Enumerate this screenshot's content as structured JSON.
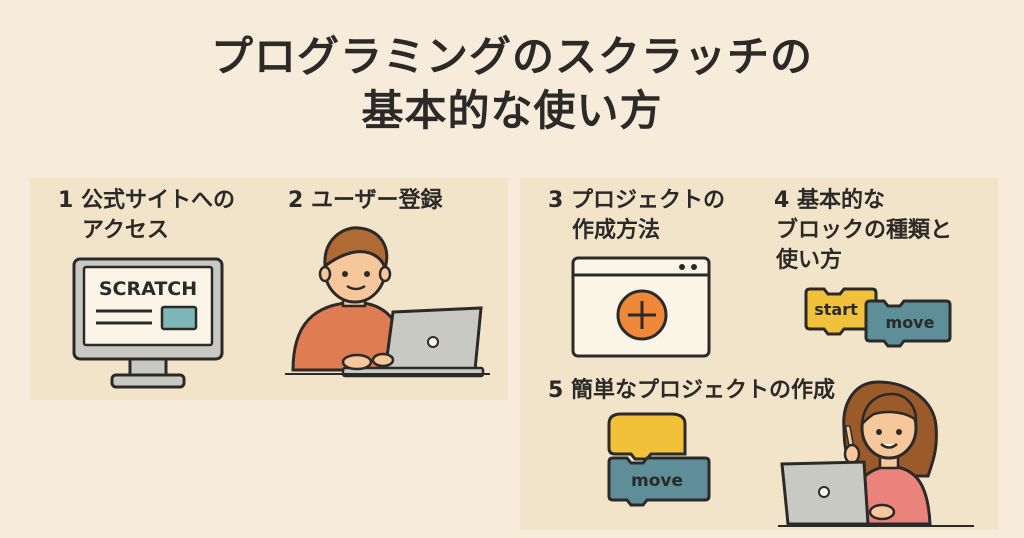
{
  "title": {
    "line1": "プログラミングのスクラッチの",
    "line2": "基本的な使い方"
  },
  "steps": [
    {
      "num": "1",
      "lines": [
        "公式サイトへの",
        "アクセス"
      ]
    },
    {
      "num": "2",
      "lines": [
        "ユーザー登録"
      ]
    },
    {
      "num": "3",
      "lines": [
        "プロジェクトの",
        "作成方法"
      ]
    },
    {
      "num": "4",
      "lines": [
        "基本的な",
        "ブロックの種類と",
        "使い方"
      ]
    },
    {
      "num": "5",
      "lines": [
        "簡単なプロジェクトの作成"
      ]
    }
  ],
  "monitor": {
    "brand": "SCRATCH"
  },
  "blocks": {
    "start_label": "start",
    "move_label": "move",
    "move2_label": "move"
  },
  "colors": {
    "background": "#f6ecd9",
    "panel": "#f2e4c8",
    "orange": "#f0883a",
    "yellow": "#f2c13a",
    "teal": "#5e8f98",
    "gray": "#c9c9c4",
    "skin": "#f6c79a",
    "hair": "#9a5a2a"
  }
}
